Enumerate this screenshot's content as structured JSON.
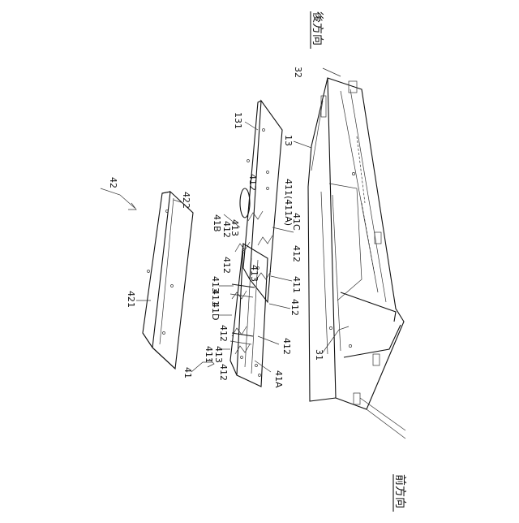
{
  "directions": {
    "rear": "後方向",
    "front": "前方向"
  },
  "labels": {
    "l42": "42",
    "l421": "421",
    "l422": "422",
    "l41": "41",
    "l41A": "41A",
    "l41B": "41B",
    "l41C": "41C",
    "l41D": "41D",
    "l411": "411",
    "l411A": "411(411A)",
    "l412": "412",
    "l413": "413",
    "l131": "131",
    "l13": "13",
    "l32": "32",
    "l31": "31"
  }
}
